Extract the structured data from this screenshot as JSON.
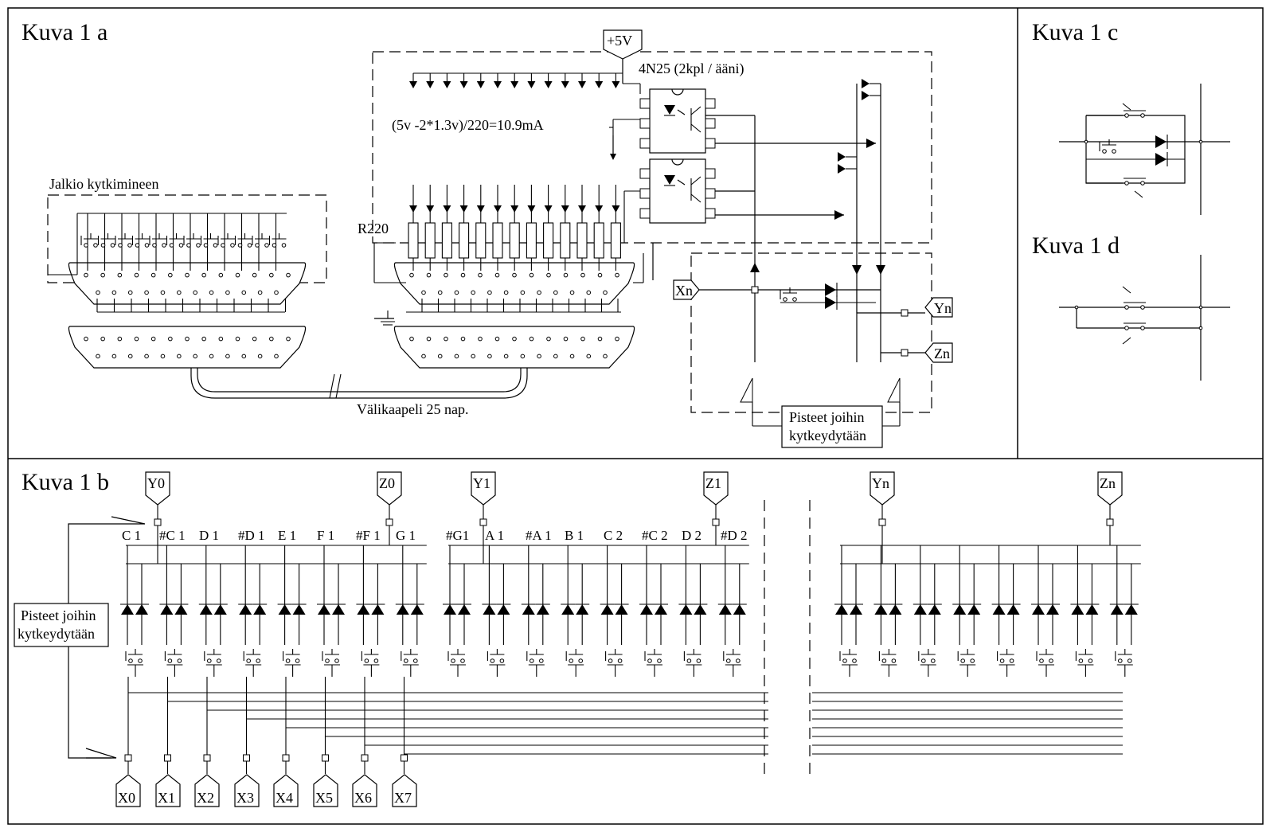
{
  "panels": {
    "a": {
      "title": "Kuva 1 a",
      "supply": "+5V",
      "optocoupler": "4N25 (2kpl / ääni)",
      "current_formula": "(5v -2*1.3v)/220=10.9mA",
      "resistor": "R220",
      "switch_block": "Jalkio kytkimineen",
      "cable": "Välikaapeli 25 nap.",
      "input": "Xn",
      "output_y": "Yn",
      "output_z": "Zn",
      "points_label_1": "Pisteet joihin",
      "points_label_2": "kytkeydytään"
    },
    "b": {
      "title": "Kuva 1 b",
      "columns_top": [
        {
          "name": "Y0"
        },
        {
          "name": "Z0"
        },
        {
          "name": "Y1"
        },
        {
          "name": "Z1"
        },
        {
          "name": "Yn"
        },
        {
          "name": "Zn"
        }
      ],
      "notes_group1": [
        "C 1",
        "#C 1",
        "D 1",
        "#D 1",
        "E 1",
        "F 1",
        "#F 1",
        "G 1"
      ],
      "notes_group2": [
        "#G1",
        "A 1",
        "#A 1",
        "B 1",
        "C 2",
        "#C 2",
        "D 2",
        "#D 2"
      ],
      "rows": [
        "X0",
        "X1",
        "X2",
        "X3",
        "X4",
        "X5",
        "X6",
        "X7"
      ],
      "points_label_1": "Pisteet joihin",
      "points_label_2": "kytkeydytään"
    },
    "c": {
      "title": "Kuva 1 c"
    },
    "d": {
      "title": "Kuva 1 d"
    }
  },
  "colors": {
    "line": "#000000",
    "background": "#ffffff"
  }
}
